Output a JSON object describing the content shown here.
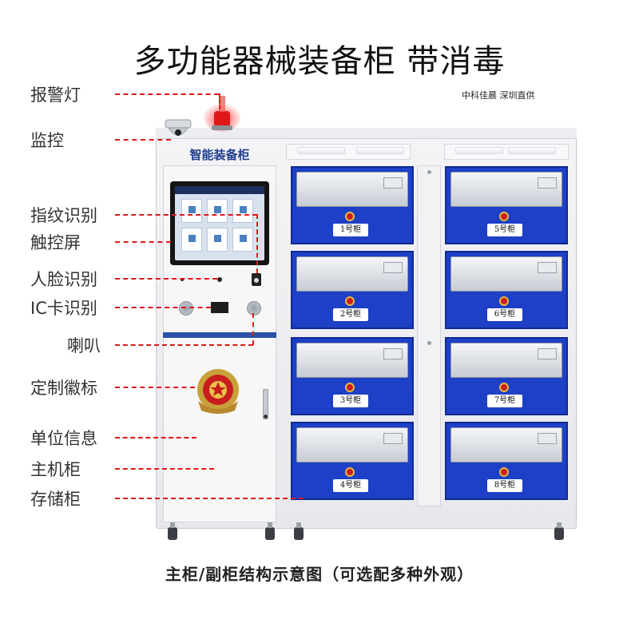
{
  "title": "多功能器械装备柜 带消毒",
  "vendor": "中科佳晨 深圳直供",
  "cabinet_name": "智能装备柜",
  "caption": "主柜/副柜结构示意图（可选配多种外观）",
  "labels": {
    "alarm": "报警灯",
    "monitor": "监控",
    "fingerprint": "指纹识别",
    "touchscreen": "触控屏",
    "face": "人脸识别",
    "ic_card": "IC卡识别",
    "speaker": "喇叭",
    "emblem": "定制徽标",
    "unit_info": "单位信息",
    "main_cabinet": "主机柜",
    "storage": "存储柜"
  },
  "lockers": [
    {
      "number": "1号柜"
    },
    {
      "number": "2号柜"
    },
    {
      "number": "3号柜"
    },
    {
      "number": "4号柜"
    },
    {
      "number": "5号柜"
    },
    {
      "number": "6号柜"
    },
    {
      "number": "7号柜"
    },
    {
      "number": "8号柜"
    }
  ],
  "colors": {
    "leader_line": "#e01818",
    "locker_blue": "#1d40c7",
    "accent_blue": "#2a52a8",
    "alarm_red": "#e01818"
  },
  "icons": {
    "alarm": "alarm-light-icon",
    "camera": "camera-dome-icon",
    "fingerprint": "fingerprint-reader-icon",
    "speaker": "speaker-icon",
    "emblem": "police-emblem-icon"
  }
}
